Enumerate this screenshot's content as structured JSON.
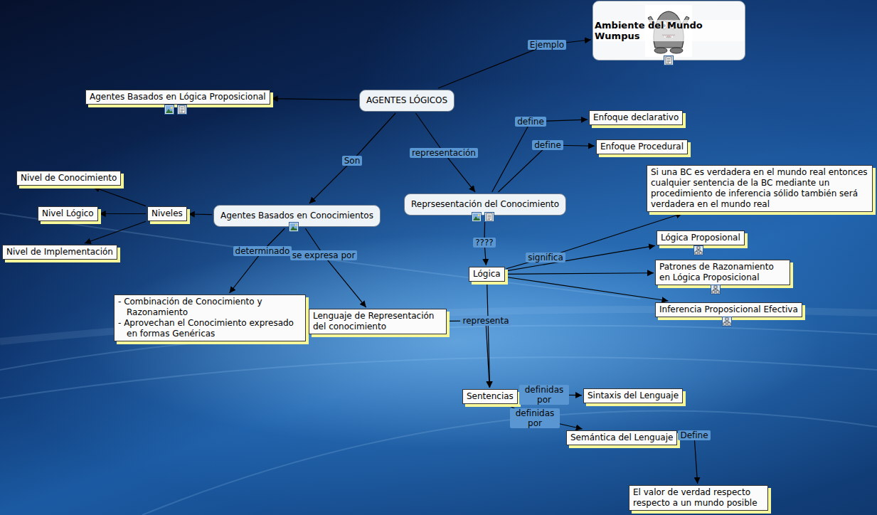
{
  "diagram": {
    "nodes": [
      {
        "text": [
          "Ambiente del Mundo Wumpus"
        ]
      },
      {
        "text": [
          "Agentes Basados en Lógica Proposicional"
        ]
      },
      {
        "text": [
          "AGENTES LÓGICOS"
        ]
      },
      {
        "text": [
          "Enfoque declarativo"
        ]
      },
      {
        "text": [
          "Enfoque Procedural"
        ]
      },
      {
        "text": [
          "Nivel de Conocimiento"
        ]
      },
      {
        "text": [
          "Si una BC es verdadera en el mundo real entonces cualquier sentencia de la BC mediante un procedimiento de inferencia sólido también será verdadera en el mundo real"
        ]
      },
      {
        "text": [
          "Reprsesentación del Conocimiento"
        ]
      },
      {
        "text": [
          "Nivel Lógico"
        ]
      },
      {
        "text": [
          "Niveles"
        ]
      },
      {
        "text": [
          "Agentes Basados en Conocimientos"
        ]
      },
      {
        "text": [
          "Nivel de Implementación"
        ]
      },
      {
        "text": [
          "Lógica Proposional"
        ]
      },
      {
        "text": [
          "Patrones de Razonamiento en Lógica Proposicional"
        ]
      },
      {
        "text": [
          "Lógica"
        ]
      },
      {
        "text": [
          "Inferencia Proposicional Efectiva"
        ]
      },
      {
        "text": [
          "- Combinación de Conocimiento y Razonamiento",
          "- Aprovechan el Conocimiento expresado en formas Genéricas"
        ]
      },
      {
        "text": [
          "Lenguaje de Representación del conocimiento"
        ]
      },
      {
        "text": [
          "Sentencias"
        ]
      },
      {
        "text": [
          "Sintaxis del Lenguaje"
        ]
      },
      {
        "text": [
          "Semántica del Lenguaje"
        ]
      },
      {
        "text": [
          "El valor de verdad respecto respecto a un mundo posible"
        ]
      }
    ],
    "edges": [
      {
        "from": 2,
        "to": 0,
        "label": "Ejemplo",
        "arrow": "to"
      },
      {
        "from": 2,
        "to": 1,
        "arrow": "to"
      },
      {
        "from": 2,
        "to": 10,
        "label": "Son",
        "arrow": "to"
      },
      {
        "from": 2,
        "to": 7,
        "label": "representación",
        "arrow": "to"
      },
      {
        "from": 7,
        "to": 3,
        "label": "define",
        "arrow": "to"
      },
      {
        "from": 7,
        "to": 4,
        "label": "define",
        "arrow": "to"
      },
      {
        "from": 7,
        "to": 14,
        "label": "????",
        "arrow": "to"
      },
      {
        "from": 10,
        "to": 9,
        "arrow": "to"
      },
      {
        "from": 9,
        "to": 5,
        "arrow": "to"
      },
      {
        "from": 9,
        "to": 8,
        "arrow": "to"
      },
      {
        "from": 9,
        "to": 11,
        "arrow": "to"
      },
      {
        "from": 10,
        "to": 16,
        "label": "determinado",
        "arrow": "to"
      },
      {
        "from": 10,
        "to": 17,
        "label": "se expresa por",
        "arrow": "to"
      },
      {
        "from": 14,
        "to": 6,
        "label": "significa",
        "arrow": "to"
      },
      {
        "from": 14,
        "to": 12,
        "arrow": "to"
      },
      {
        "from": 14,
        "to": 13,
        "arrow": "to"
      },
      {
        "from": 14,
        "to": 15,
        "arrow": "to"
      },
      {
        "from": 17,
        "to": 18,
        "label": "representa",
        "arrow": "to"
      },
      {
        "from": 14,
        "to": 18,
        "arrow": "to"
      },
      {
        "from": 18,
        "to": 19,
        "label": "definidas por",
        "arrow": "to"
      },
      {
        "from": 18,
        "to": 20,
        "label": "definidas por",
        "arrow": "to"
      },
      {
        "from": 20,
        "to": 21,
        "label": "Define",
        "arrow": "to"
      }
    ]
  }
}
